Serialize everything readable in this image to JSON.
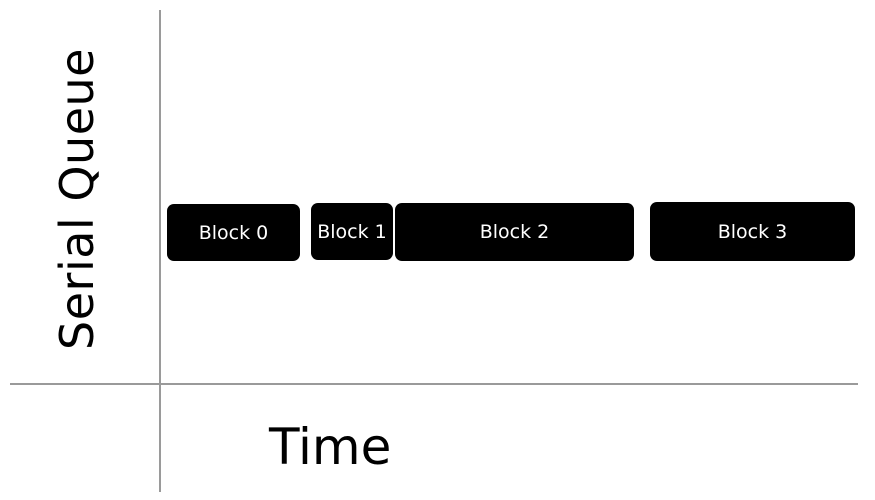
{
  "diagram": {
    "y_axis_label": "Serial Queue",
    "x_axis_label": "Time",
    "blocks": [
      {
        "label": "Block 0"
      },
      {
        "label": "Block 1"
      },
      {
        "label": "Block 2"
      },
      {
        "label": "Block 3"
      }
    ],
    "colors": {
      "block_fill": "#000000",
      "block_text": "#ffffff",
      "axis_line": "#9a9a9a",
      "text": "#000000"
    }
  }
}
